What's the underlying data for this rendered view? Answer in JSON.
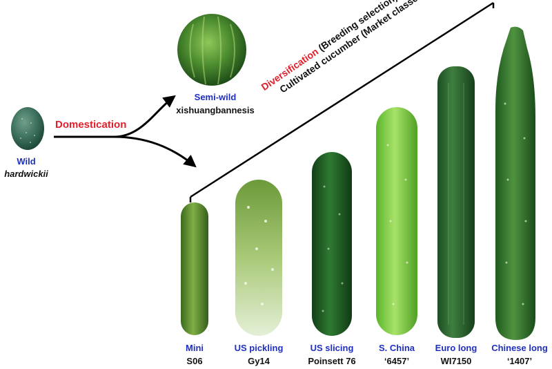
{
  "colors": {
    "label_blue": "#1f2fbf",
    "accent_red": "#e0202a",
    "cucumber_dark": "#1f5a24",
    "cucumber_mid": "#3f8a35",
    "cucumber_light": "#8fd14f"
  },
  "wild": {
    "name": "Wild",
    "species": "hardwickii"
  },
  "domestication": {
    "label": "Domestication"
  },
  "semiwild": {
    "name": "Semi-wild",
    "species": "xishuangbannesis"
  },
  "diversification": {
    "word": "Diversification",
    "note": "(Breeding selection)",
    "subtitle": "Cultivated cucumber (Market classes)"
  },
  "market_classes": [
    {
      "name": "Mini",
      "line": "S06"
    },
    {
      "name": "US pickling",
      "line": "Gy14"
    },
    {
      "name": "US slicing",
      "line": "Poinsett 76"
    },
    {
      "name": "S. China",
      "line": "‘6457’"
    },
    {
      "name": "Euro long",
      "line": "WI7150"
    },
    {
      "name": "Chinese long",
      "line": "‘1407’"
    }
  ]
}
